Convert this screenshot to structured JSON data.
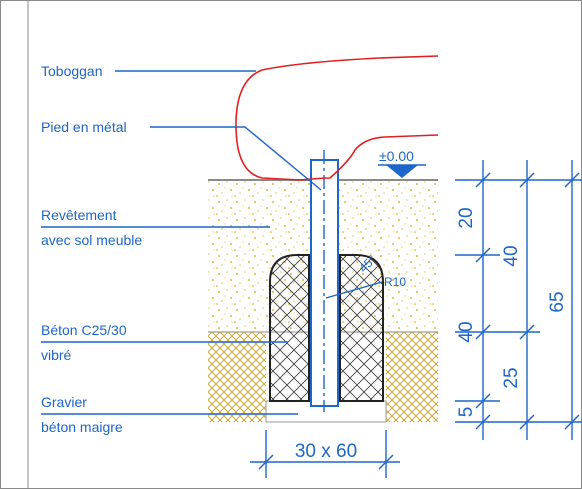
{
  "labels": {
    "toboggan": "Toboggan",
    "pied": "Pied en métal",
    "revetement_1": "Revêtement",
    "revetement_2": "avec sol meuble",
    "beton_1": "Béton C25/30",
    "beton_2": "vibré",
    "gravier_1": "Gravier",
    "gravier_2": "béton maigre"
  },
  "level": "±0.00",
  "angle": "45°",
  "radius": "R10",
  "dimensions": {
    "d20": "20",
    "d40_top": "40",
    "d40": "40",
    "d25": "25",
    "d5": "5",
    "d65": "65",
    "base": "30 x 60"
  },
  "colors": {
    "line": "#1e66c9",
    "slide": "#e02020",
    "sand": "#d6a400",
    "gravel": "#c9a020"
  }
}
